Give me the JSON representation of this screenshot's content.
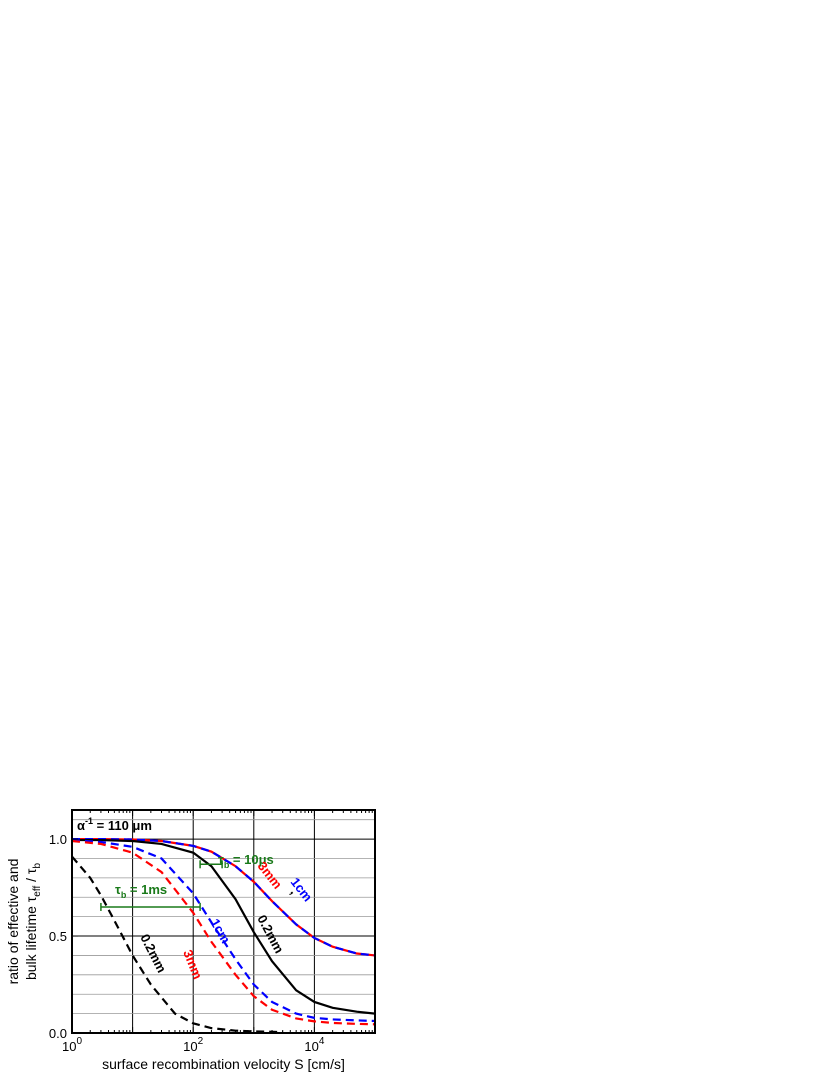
{
  "chart_data": {
    "type": "line",
    "title": "",
    "xlabel": "surface recombination velocity S [cm/s]",
    "ylabel_line1": "ratio of effective and",
    "ylabel_line2_pre": "bulk lifetime ",
    "ylabel_tau": "τ",
    "ylabel_eff": "eff",
    "ylabel_slash": " / ",
    "ylabel_b": "b",
    "x_scale": "log",
    "xlim": [
      1,
      100000
    ],
    "ylim": [
      0,
      1.15
    ],
    "x_ticks": [
      {
        "value": 1,
        "base": "10",
        "exp": "0"
      },
      {
        "value": 100,
        "base": "10",
        "exp": "2"
      },
      {
        "value": 10000,
        "base": "10",
        "exp": "4"
      }
    ],
    "y_ticks": [
      {
        "value": 0.0,
        "label": "0.0"
      },
      {
        "value": 0.5,
        "label": "0.5"
      },
      {
        "value": 1.0,
        "label": "1.0"
      }
    ],
    "grid": true,
    "series": [
      {
        "color": "#ff0000",
        "style": "solid",
        "x": [
          1,
          3,
          10,
          30,
          100,
          200,
          500,
          1000,
          2000,
          5000,
          10000,
          20000,
          50000,
          100000
        ],
        "y": [
          1.0,
          1.0,
          0.998,
          0.99,
          0.965,
          0.935,
          0.86,
          0.78,
          0.68,
          0.56,
          0.49,
          0.445,
          0.41,
          0.4
        ]
      },
      {
        "color": "#0000ff",
        "style": "dash",
        "x": [
          1,
          3,
          10,
          30,
          100,
          200,
          500,
          1000,
          2000,
          5000,
          10000,
          20000,
          50000,
          100000
        ],
        "y": [
          1.0,
          1.0,
          0.998,
          0.99,
          0.965,
          0.935,
          0.86,
          0.78,
          0.68,
          0.56,
          0.49,
          0.445,
          0.41,
          0.4
        ]
      },
      {
        "color": "#000000",
        "style": "solid",
        "x": [
          1,
          3,
          10,
          30,
          100,
          200,
          500,
          1000,
          2000,
          5000,
          10000,
          20000,
          50000,
          100000
        ],
        "y": [
          0.995,
          0.995,
          0.99,
          0.975,
          0.93,
          0.86,
          0.69,
          0.52,
          0.37,
          0.22,
          0.16,
          0.13,
          0.11,
          0.1
        ]
      },
      {
        "color": "#0000ff",
        "style": "dash",
        "x": [
          1,
          3,
          10,
          30,
          100,
          200,
          500,
          1000,
          2000,
          5000,
          10000,
          20000,
          50000,
          100000
        ],
        "y": [
          0.995,
          0.985,
          0.96,
          0.9,
          0.72,
          0.57,
          0.38,
          0.25,
          0.16,
          0.1,
          0.078,
          0.07,
          0.065,
          0.062
        ]
      },
      {
        "color": "#ff0000",
        "style": "dash",
        "x": [
          1,
          3,
          10,
          30,
          100,
          200,
          500,
          1000,
          2000,
          5000,
          10000,
          20000,
          50000,
          100000
        ],
        "y": [
          0.99,
          0.975,
          0.93,
          0.83,
          0.62,
          0.47,
          0.3,
          0.19,
          0.12,
          0.075,
          0.06,
          0.052,
          0.047,
          0.045
        ]
      },
      {
        "color": "#000000",
        "style": "dash",
        "x": [
          1,
          2,
          3,
          5,
          10,
          20,
          50,
          100,
          200,
          500,
          1000,
          3000
        ],
        "y": [
          0.91,
          0.8,
          0.71,
          0.58,
          0.4,
          0.25,
          0.1,
          0.05,
          0.025,
          0.012,
          0.008,
          0.005
        ]
      }
    ],
    "annotations": [
      {
        "pre": "α",
        "sup": "-1",
        "post": " = 110 μm",
        "color": "#000000"
      },
      {
        "pre": "τ",
        "sub": "b",
        "post": " = 10μs",
        "color": "#1a7a1a"
      },
      {
        "pre": "τ",
        "sub": "b",
        "post": " = 1ms",
        "color": "#1a7a1a"
      },
      {
        "text": "3mm",
        "color": "#ff0000"
      },
      {
        "text": ",",
        "color": "#000000"
      },
      {
        "text": "1cm",
        "color": "#0000ff"
      },
      {
        "text": "0.2mm",
        "color": "#000000"
      },
      {
        "text": "1cm",
        "color": "#0000ff"
      },
      {
        "text": "3mm",
        "color": "#ff0000"
      },
      {
        "text": "0.2mm",
        "color": "#000000"
      }
    ],
    "error_bars": [
      {
        "color": "#1a7a1a",
        "center_x": 16,
        "y": 0.65,
        "x_low": 3,
        "x_high": 130
      },
      {
        "color": "#1a7a1a",
        "center_x": 200,
        "y": 0.87,
        "x_low": 130,
        "x_high": 300
      }
    ]
  }
}
